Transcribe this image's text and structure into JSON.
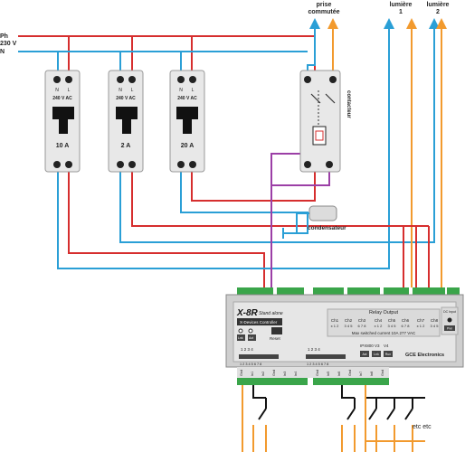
{
  "supply": {
    "phase": "Ph",
    "voltage": "230 V",
    "neutral": "N"
  },
  "breakers": [
    {
      "terminal_n": "N",
      "terminal_l": "L",
      "voltage": "240 V AC",
      "rating": "10 A"
    },
    {
      "terminal_n": "N",
      "terminal_l": "L",
      "voltage": "240 V AC",
      "rating": "2 A"
    },
    {
      "terminal_n": "N",
      "terminal_l": "L",
      "voltage": "240 V AC",
      "rating": "20 A"
    }
  ],
  "contactor": {
    "label": "contacteur"
  },
  "capacitor": {
    "label": "condensateur"
  },
  "outputs": {
    "prise_line1": "prise",
    "prise_line2": "commutée",
    "light1_line1": "lumière",
    "light1_line2": "1",
    "light2_line1": "lumière",
    "light2_line2": "2"
  },
  "controller": {
    "model": "X-8R",
    "subtitle": "Stand alone",
    "device_label": "X-Devices Controller",
    "buttons": {
      "lnk": "Lnk",
      "act": "Act",
      "reset": "Reset"
    },
    "relay_title": "Relay Output",
    "channels": [
      "Ch1",
      "Ch2",
      "Ch3",
      "Ch4",
      "Ch5",
      "Ch6",
      "Ch7",
      "Ch8"
    ],
    "relay_terminals": [
      "x 1 2",
      "3 4 5",
      "6 7 8",
      "x 1 2",
      "3 4 5",
      "6 7 8",
      "x 1 2",
      "3 4 5"
    ],
    "max_current": "Max switched current 10A 277 VAC",
    "dc_input": "DC Input",
    "power_label": "Pwr",
    "input_groups": [
      "1  2  3  4",
      "1  2  3  4"
    ],
    "input_pins": [
      "1  2  3  4  5  6  7  8",
      "1  2  3  4  5  6  7  8"
    ],
    "ipx_label": "IPX800 V3",
    "v4_label": "V4",
    "small_buttons": [
      "Act",
      "Lnk",
      "Run"
    ],
    "brand": "GCE Electronics",
    "gnd_labels": [
      "Gnd",
      "In1",
      "In2",
      "Gnd",
      "In3",
      "In4",
      "Gnd",
      "In5",
      "In6",
      "Gnd",
      "In7",
      "In8",
      "Gnd"
    ]
  },
  "etc_label": "etc etc"
}
